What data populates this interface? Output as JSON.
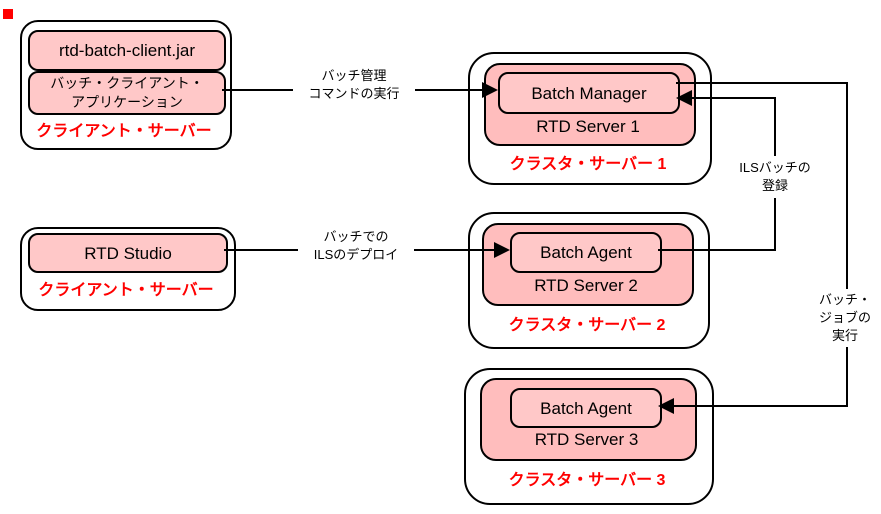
{
  "colors": {
    "server_pink": "#ffbdbd",
    "box_pink": "#ffc8c8",
    "label_red": "#ff0000",
    "line_black": "#000000",
    "marker_red": "#ff0000"
  },
  "clients": [
    {
      "label": "クライアント・サーバー",
      "boxes": [
        [
          "rtd-batch-client.jar"
        ],
        [
          "バッチ・クライアント・",
          "アプリケーション"
        ]
      ]
    },
    {
      "label": "クライアント・サーバー",
      "boxes": [
        [
          "RTD Studio"
        ]
      ]
    }
  ],
  "clusters": [
    {
      "label": "クラスタ・サーバー 1",
      "server": "RTD Server 1",
      "component": "Batch Manager"
    },
    {
      "label": "クラスタ・サーバー 2",
      "server": "RTD Server 2",
      "component": "Batch Agent"
    },
    {
      "label": "クラスタ・サーバー 3",
      "server": "RTD Server 3",
      "component": "Batch Agent"
    }
  ],
  "connectors": [
    {
      "label_lines": [
        "バッチ管理",
        "コマンドの実行"
      ],
      "from": "バッチ・クライアント・アプリケーション",
      "to": "Batch Manager"
    },
    {
      "label_lines": [
        "バッチでの",
        "ILSのデプロイ"
      ],
      "from": "RTD Studio",
      "to": "Batch Agent (RTD Server 2)"
    },
    {
      "label_lines": [
        "ILSバッチの",
        "登録"
      ],
      "from": "Batch Agent (RTD Server 2)",
      "to": "Batch Manager"
    },
    {
      "label_lines": [
        "バッチ・",
        "ジョブの",
        "実行"
      ],
      "from": "Batch Manager",
      "to": "Batch Agent (RTD Server 3)"
    }
  ]
}
